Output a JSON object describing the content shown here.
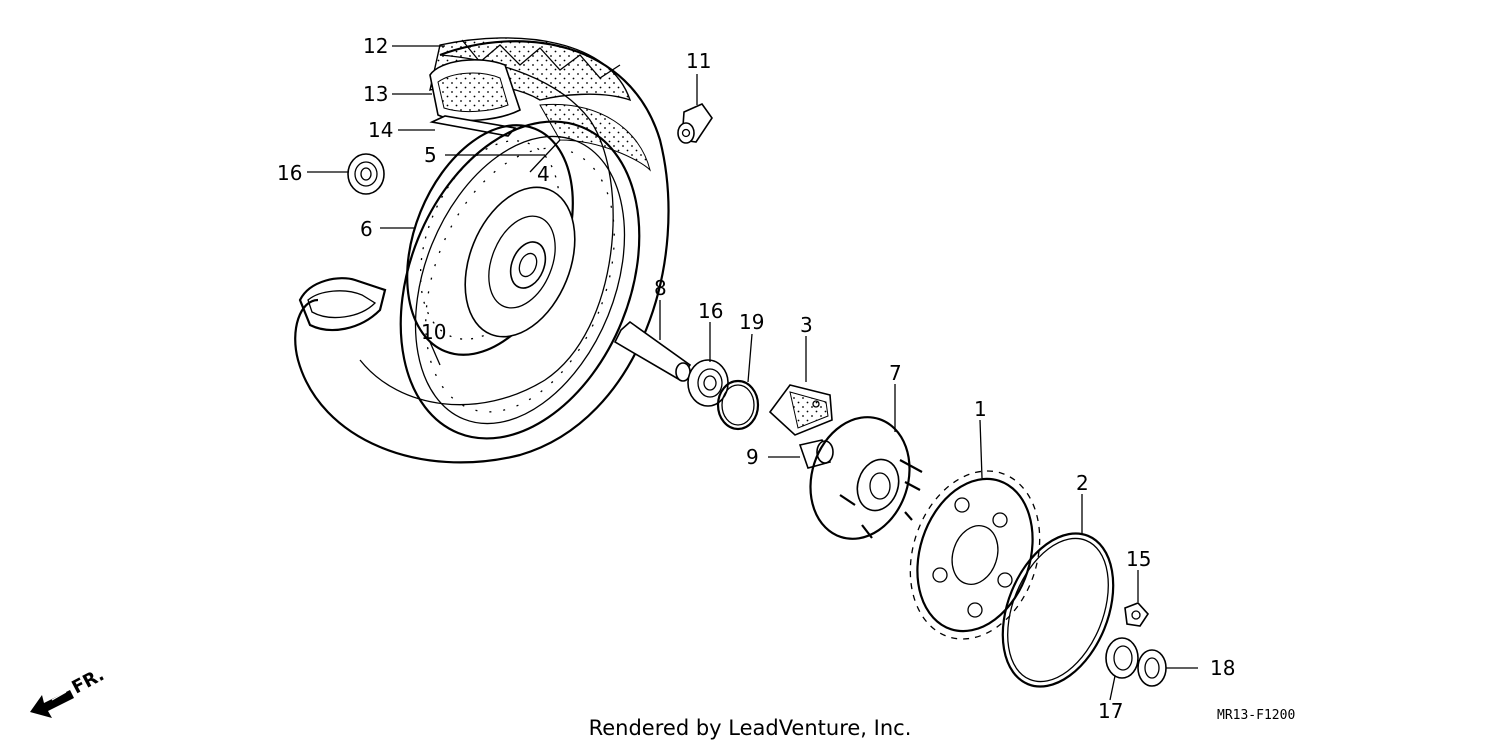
{
  "callouts": {
    "c1": "1",
    "c2": "2",
    "c3": "3",
    "c4": "4",
    "c5": "5",
    "c6": "6",
    "c7": "7",
    "c8": "8",
    "c9": "9",
    "c10": "10",
    "c11": "11",
    "c12": "12",
    "c13": "13",
    "c14": "14",
    "c15": "15",
    "c16a": "16",
    "c16b": "16",
    "c17": "17",
    "c18": "18",
    "c19": "19"
  },
  "direction_label": "FR.",
  "caption": "Rendered by LeadVenture, Inc.",
  "diagram_code": "MR13-F1200"
}
